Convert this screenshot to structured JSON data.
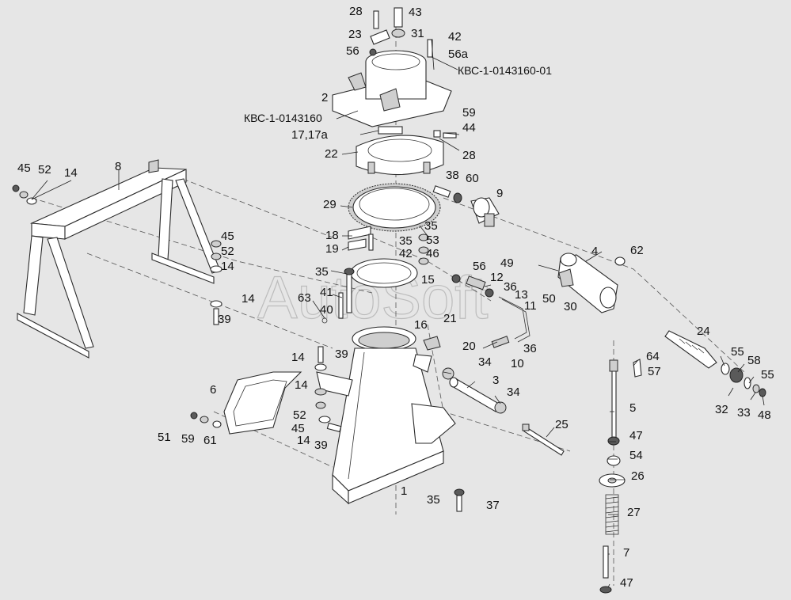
{
  "watermark": "AutoSoft",
  "codes": {
    "a": "КВС-1-0143160-01",
    "b": "КВС-1-0143160"
  },
  "labels": [
    {
      "id": "l28a",
      "t": "28"
    },
    {
      "id": "l43",
      "t": "43"
    },
    {
      "id": "l23",
      "t": "23"
    },
    {
      "id": "l31",
      "t": "31"
    },
    {
      "id": "l42a",
      "t": "42"
    },
    {
      "id": "l56a",
      "t": "56"
    },
    {
      "id": "l56b",
      "t": "56а"
    },
    {
      "id": "l2",
      "t": "2"
    },
    {
      "id": "l59a",
      "t": "59"
    },
    {
      "id": "l44",
      "t": "44"
    },
    {
      "id": "l17",
      "t": "17,17а"
    },
    {
      "id": "l22",
      "t": "22"
    },
    {
      "id": "l28b",
      "t": "28"
    },
    {
      "id": "l45a",
      "t": "45"
    },
    {
      "id": "l52a",
      "t": "52"
    },
    {
      "id": "l14a",
      "t": "14"
    },
    {
      "id": "l8",
      "t": "8"
    },
    {
      "id": "l38",
      "t": "38"
    },
    {
      "id": "l60",
      "t": "60"
    },
    {
      "id": "l9",
      "t": "9"
    },
    {
      "id": "l29",
      "t": "29"
    },
    {
      "id": "l35a",
      "t": "35"
    },
    {
      "id": "l18",
      "t": "18"
    },
    {
      "id": "l35b",
      "t": "35"
    },
    {
      "id": "l53",
      "t": "53"
    },
    {
      "id": "l19",
      "t": "19"
    },
    {
      "id": "l42b",
      "t": "42"
    },
    {
      "id": "l46",
      "t": "46"
    },
    {
      "id": "l45b",
      "t": "45"
    },
    {
      "id": "l52b",
      "t": "52"
    },
    {
      "id": "l14b",
      "t": "14"
    },
    {
      "id": "l4",
      "t": "4"
    },
    {
      "id": "l62",
      "t": "62"
    },
    {
      "id": "l49",
      "t": "49"
    },
    {
      "id": "l56c",
      "t": "56"
    },
    {
      "id": "l35c",
      "t": "35"
    },
    {
      "id": "l15",
      "t": "15"
    },
    {
      "id": "l12",
      "t": "12"
    },
    {
      "id": "l41",
      "t": "41"
    },
    {
      "id": "l36a",
      "t": "36"
    },
    {
      "id": "l63",
      "t": "63"
    },
    {
      "id": "l13",
      "t": "13"
    },
    {
      "id": "l11",
      "t": "11"
    },
    {
      "id": "l50",
      "t": "50"
    },
    {
      "id": "l30",
      "t": "30"
    },
    {
      "id": "l14c",
      "t": "14"
    },
    {
      "id": "l40",
      "t": "40"
    },
    {
      "id": "l39a",
      "t": "39"
    },
    {
      "id": "l21",
      "t": "21"
    },
    {
      "id": "l16",
      "t": "16"
    },
    {
      "id": "l24",
      "t": "24"
    },
    {
      "id": "l20",
      "t": "20"
    },
    {
      "id": "l36b",
      "t": "36"
    },
    {
      "id": "l14d",
      "t": "14"
    },
    {
      "id": "l39b",
      "t": "39"
    },
    {
      "id": "l10",
      "t": "10"
    },
    {
      "id": "l64",
      "t": "64"
    },
    {
      "id": "l55a",
      "t": "55"
    },
    {
      "id": "l58",
      "t": "58"
    },
    {
      "id": "l57",
      "t": "57"
    },
    {
      "id": "l34a",
      "t": "34"
    },
    {
      "id": "l55b",
      "t": "55"
    },
    {
      "id": "l14e",
      "t": "14"
    },
    {
      "id": "l3",
      "t": "3"
    },
    {
      "id": "l6",
      "t": "6"
    },
    {
      "id": "l34b",
      "t": "34"
    },
    {
      "id": "l52c",
      "t": "52"
    },
    {
      "id": "l32",
      "t": "32"
    },
    {
      "id": "l33",
      "t": "33"
    },
    {
      "id": "l48",
      "t": "48"
    },
    {
      "id": "l5",
      "t": "5"
    },
    {
      "id": "l45c",
      "t": "45"
    },
    {
      "id": "l25",
      "t": "25"
    },
    {
      "id": "l51",
      "t": "51"
    },
    {
      "id": "l59b",
      "t": "59"
    },
    {
      "id": "l61",
      "t": "61"
    },
    {
      "id": "l14f",
      "t": "14"
    },
    {
      "id": "l39c",
      "t": "39"
    },
    {
      "id": "l47a",
      "t": "47"
    },
    {
      "id": "l54",
      "t": "54"
    },
    {
      "id": "l26",
      "t": "26"
    },
    {
      "id": "l1",
      "t": "1"
    },
    {
      "id": "l35d",
      "t": "35"
    },
    {
      "id": "l37",
      "t": "37"
    },
    {
      "id": "l27",
      "t": "27"
    },
    {
      "id": "l7",
      "t": "7"
    },
    {
      "id": "l47b",
      "t": "47"
    }
  ]
}
